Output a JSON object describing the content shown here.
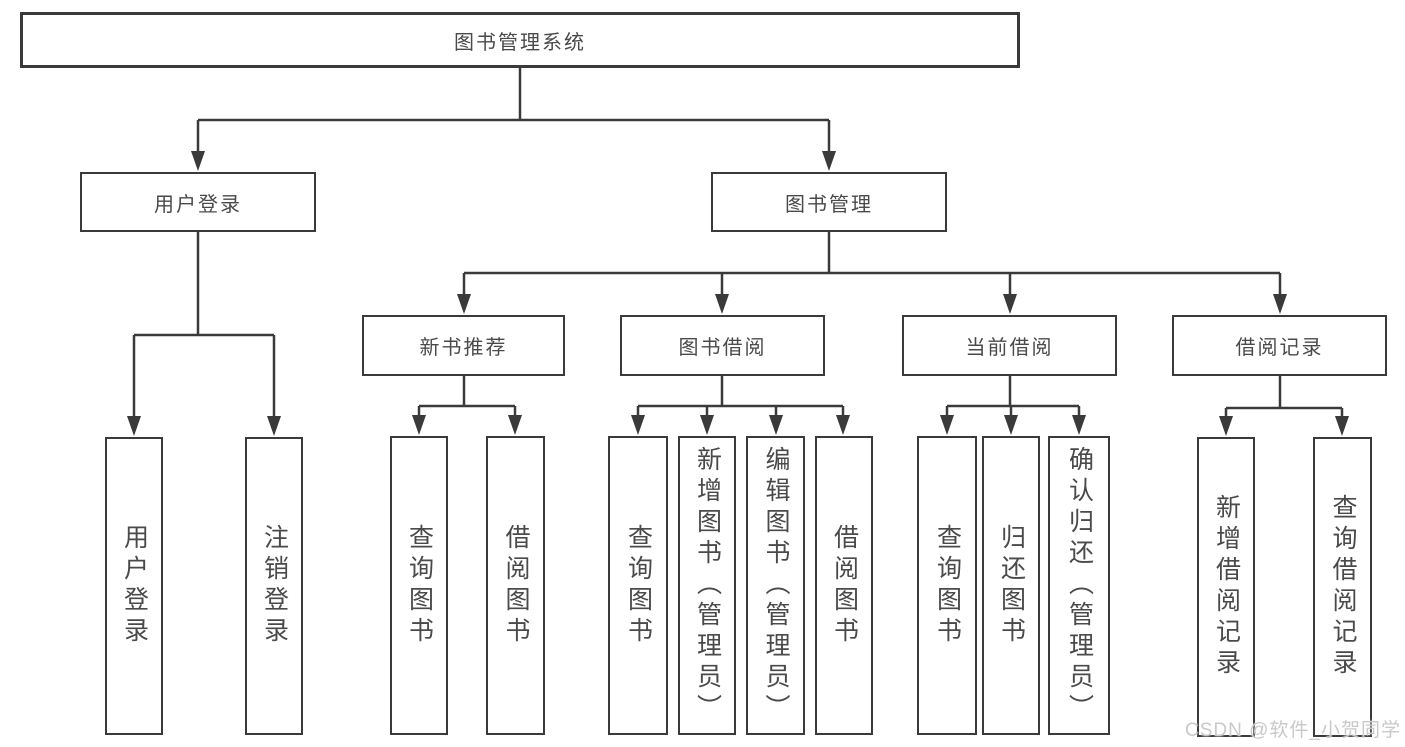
{
  "diagram": {
    "type": "hierarchy-tree",
    "line_color": "#3a3a3a",
    "box_background": "#ffffff",
    "text_color": "#4a4a4a",
    "tree": {
      "label": "图书管理系统",
      "children": [
        {
          "label": "用户登录",
          "children": [
            {
              "label": "用户登录"
            },
            {
              "label": "注销登录"
            }
          ]
        },
        {
          "label": "图书管理",
          "children": [
            {
              "label": "新书推荐",
              "children": [
                {
                  "label": "查询图书"
                },
                {
                  "label": "借阅图书"
                }
              ]
            },
            {
              "label": "图书借阅",
              "children": [
                {
                  "label": "查询图书"
                },
                {
                  "label": "新增图书（管理员）"
                },
                {
                  "label": "编辑图书（管理员）"
                },
                {
                  "label": "借阅图书"
                }
              ]
            },
            {
              "label": "当前借阅",
              "children": [
                {
                  "label": "查询图书"
                },
                {
                  "label": "归还图书"
                },
                {
                  "label": "确认归还（管理员）"
                }
              ]
            },
            {
              "label": "借阅记录",
              "children": [
                {
                  "label": "新增借阅记录"
                },
                {
                  "label": "查询借阅记录"
                }
              ]
            }
          ]
        }
      ]
    }
  },
  "watermark": {
    "text": "CSDN @软件_小贺同学",
    "color": "#c9c9c9"
  }
}
